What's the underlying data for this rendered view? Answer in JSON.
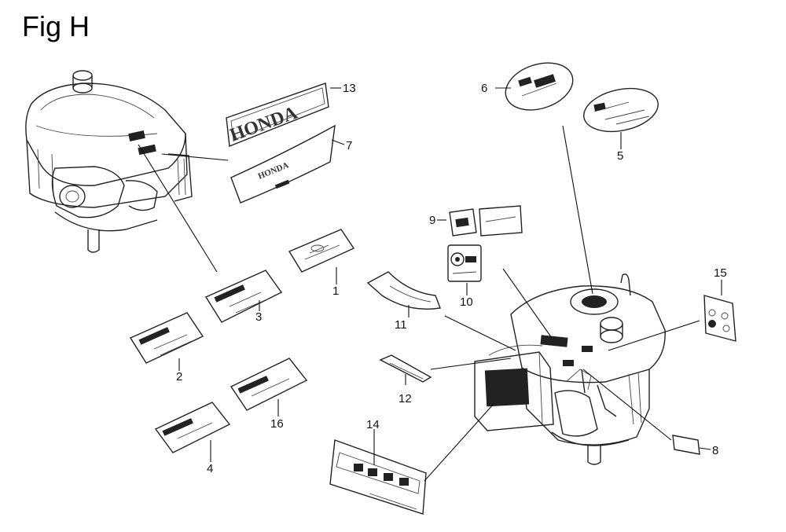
{
  "figure": {
    "title": "Fig H",
    "callouts": [
      "1",
      "2",
      "3",
      "4",
      "5",
      "6",
      "7",
      "8",
      "9",
      "10",
      "11",
      "12",
      "13",
      "14",
      "15",
      "16"
    ],
    "decal_text": {
      "brand": "HONDA",
      "brand_small": "HONDA"
    }
  }
}
